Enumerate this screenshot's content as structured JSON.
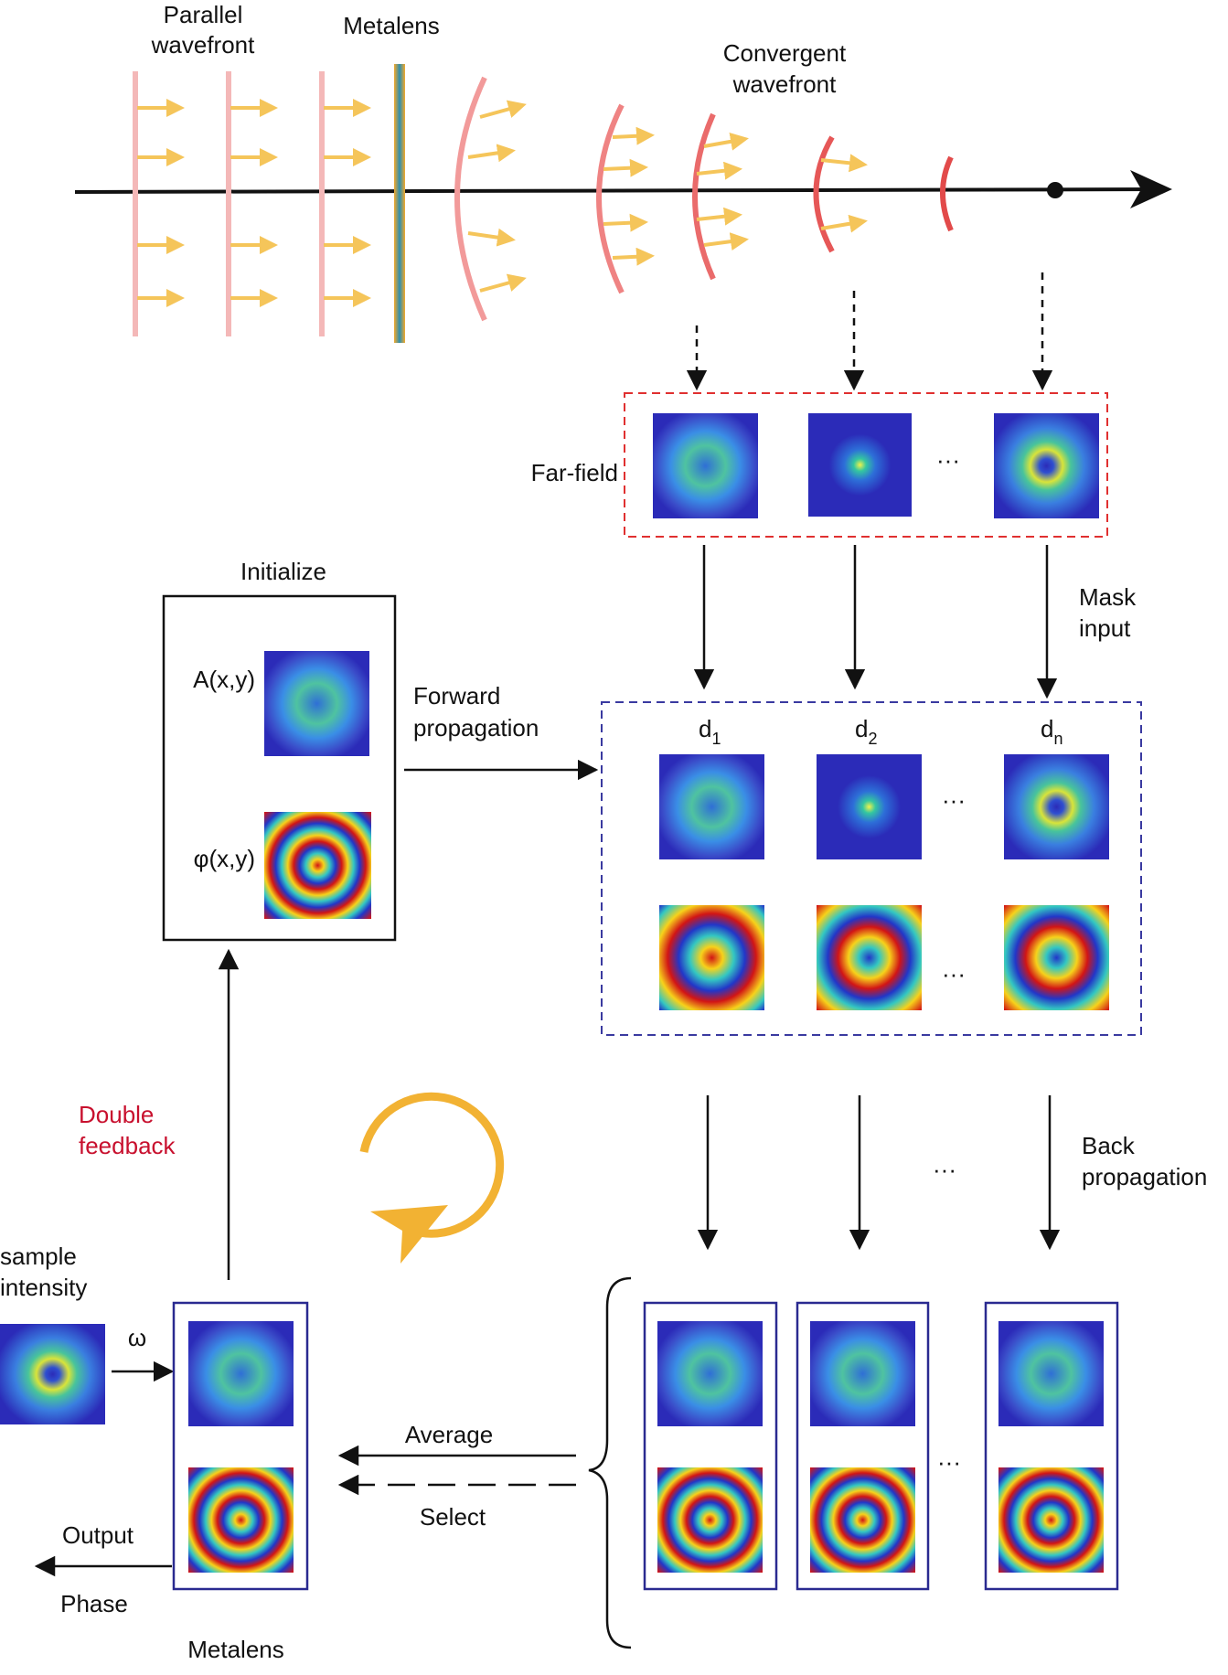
{
  "labels": {
    "parallel_1": "Parallel",
    "parallel_2": "wavefront",
    "metalens_top": "Metalens",
    "convergent_1": "Convergent",
    "convergent_2": "wavefront",
    "far_field": "Far-field",
    "initialize": "Initialize",
    "amplitude": "A(x,y)",
    "phase_fn": "φ(x,y)",
    "forward_1": "Forward",
    "forward_2": "propagation",
    "mask_1": "Mask",
    "mask_2": "input",
    "d1": "d",
    "d1_sub": "1",
    "d2": "d",
    "d2_sub": "2",
    "dn": "d",
    "dn_sub": "n",
    "double_1": "Double",
    "double_2": "feedback",
    "back_1": "Back",
    "back_2": "propagation",
    "sample_1": "sample",
    "sample_2": "intensity",
    "omega": "ω",
    "average": "Average",
    "select": "Select",
    "output": "Output",
    "phase": "Phase",
    "metalens_bottom": "Metalens",
    "ellipsis": "···"
  },
  "colors": {
    "wave_pink": "#f4b8b8",
    "wave_red": "#e24a4a",
    "arrow_yellow": "#f5c55a",
    "feedback_orange": "#f2b233",
    "box_red": "#e03030",
    "box_blue": "#3a3aa0",
    "field_blue": "#2b2bb8"
  }
}
